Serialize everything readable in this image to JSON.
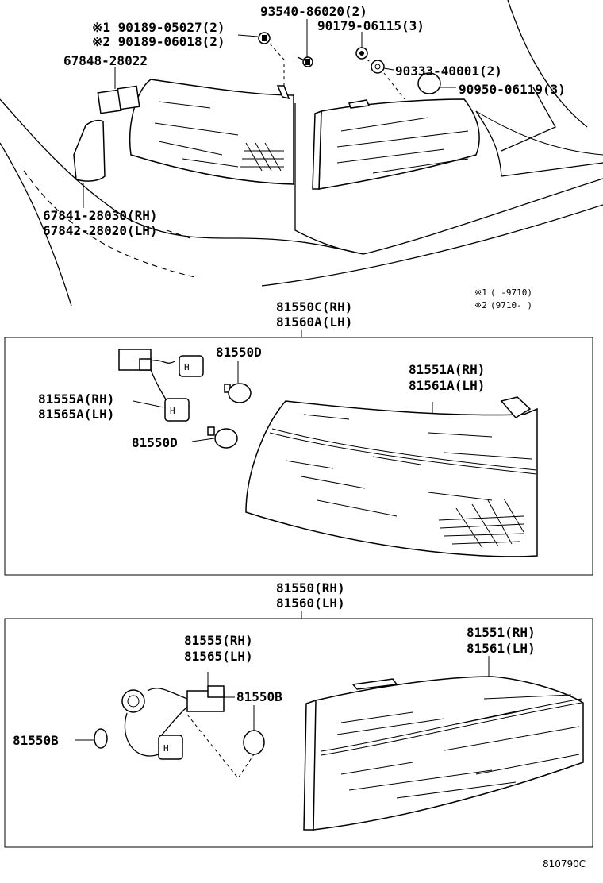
{
  "diagram": {
    "ref_code": "810790C",
    "notes": [
      {
        "mark": "※1",
        "range": "(      -9710)"
      },
      {
        "mark": "※2",
        "range": "(9710-      )"
      }
    ],
    "top_section": {
      "labels": {
        "p93540": "93540-86020(2)",
        "p90189_1": "※1 90189-05027(2)",
        "p90189_2": "※2 90189-06018(2)",
        "p90179": "90179-06115(3)",
        "p67848": "67848-28022",
        "p90333": "90333-40001(2)",
        "p90950": "90950-06119(3)",
        "p67841": "67841-28030(RH)",
        "p67842": "67842-28020(LH)"
      }
    },
    "middle_section": {
      "header_rh": "81550C(RH)",
      "header_lh": "81560A(LH)",
      "labels": {
        "bulb_upper": "81550D",
        "socket_rh": "81555A(RH)",
        "socket_lh": "81565A(LH)",
        "bulb_lower": "81550D",
        "lens_rh": "81551A(RH)",
        "lens_lh": "81561A(LH)"
      }
    },
    "bottom_section": {
      "header_rh": "81550(RH)",
      "header_lh": "81560(LH)",
      "labels": {
        "socket_rh": "81555(RH)",
        "socket_lh": "81565(LH)",
        "bulb_right": "81550B",
        "bulb_left": "81550B",
        "lens_rh": "81551(RH)",
        "lens_lh": "81561(LH)"
      }
    }
  }
}
